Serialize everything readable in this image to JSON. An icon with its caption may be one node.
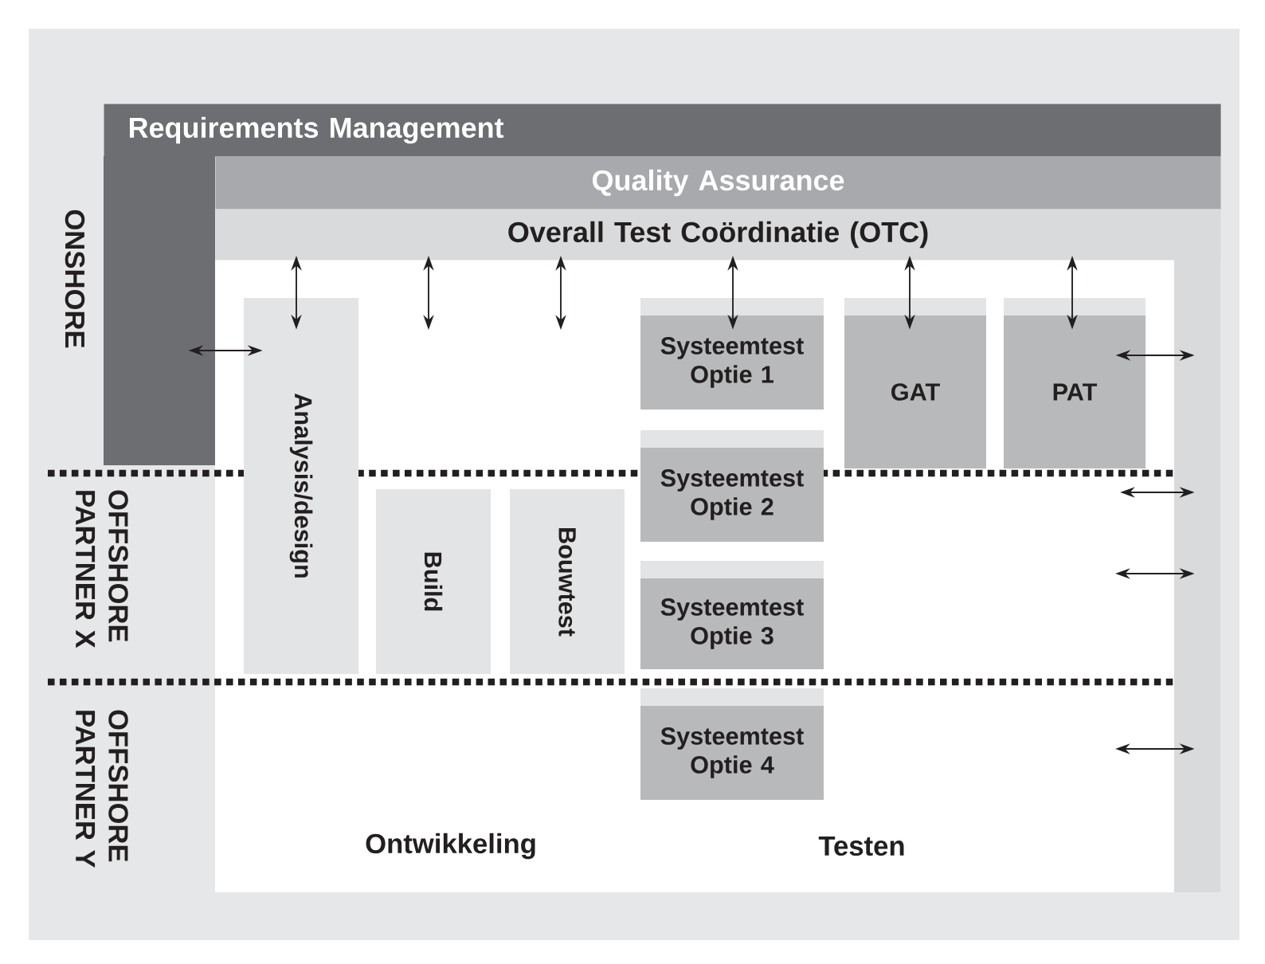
{
  "diagram": {
    "nodes": [
      {
        "text": [
          "Requirements Management"
        ]
      },
      {
        "text": [
          "Quality Assurance"
        ]
      },
      {
        "text": [
          "Overall Test Coördinatie (OTC)"
        ]
      },
      {
        "text": [
          "Analysis/design"
        ]
      },
      {
        "text": [
          "Build"
        ]
      },
      {
        "text": [
          "Bouwtest"
        ]
      },
      {
        "text": [
          "Systeemtest Optie 1"
        ]
      },
      {
        "text": [
          "Systeemtest Optie 2"
        ]
      },
      {
        "text": [
          "Systeemtest Optie 3"
        ]
      },
      {
        "text": [
          "Systeemtest Optie 4"
        ]
      },
      {
        "text": [
          "GAT"
        ]
      },
      {
        "text": [
          "PAT"
        ]
      },
      {
        "text": [],
        "shape": "bar"
      },
      {
        "text": [],
        "shape": "bar"
      }
    ],
    "edges": [
      {
        "from": 12,
        "to": 3,
        "arrow": "both"
      },
      {
        "from": 2,
        "to": 3,
        "arrow": "both"
      },
      {
        "from": 2,
        "to": null,
        "arrow": "both"
      },
      {
        "from": 2,
        "to": null,
        "arrow": "both"
      },
      {
        "from": 2,
        "to": 6,
        "arrow": "both"
      },
      {
        "from": 2,
        "to": 10,
        "arrow": "both"
      },
      {
        "from": 2,
        "to": 11,
        "arrow": "both"
      },
      {
        "from": 11,
        "to": 13,
        "arrow": "both"
      },
      {
        "from": null,
        "to": 13,
        "arrow": "both"
      },
      {
        "from": null,
        "to": 13,
        "arrow": "both"
      },
      {
        "from": null,
        "to": 13,
        "arrow": "both"
      }
    ],
    "labels": [
      "ONSHORE",
      "OFFSHORE PARTNER X",
      "OFFSHORE PARTNER Y",
      "Ontwikkeling",
      "Testen"
    ]
  }
}
